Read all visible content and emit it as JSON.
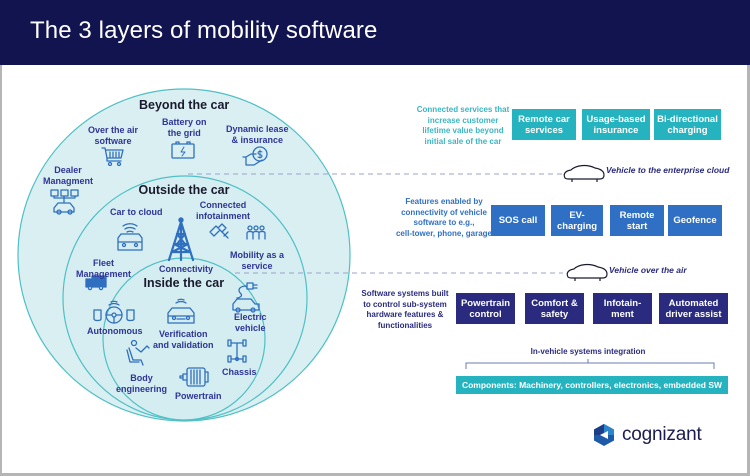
{
  "header": {
    "title": "The 3 layers of mobility software"
  },
  "colors": {
    "header_bg": "#121450",
    "circle_fill": "#d9eff2",
    "circle_stroke": "#4fc0c5",
    "icon": "#2f6fc0",
    "label_text": "#2e3597",
    "teal_box": "#25b3bf",
    "blue_box": "#2f70c4",
    "navy_box": "#2a2b7f"
  },
  "layers": {
    "beyond": {
      "title": "Beyond the car",
      "items": [
        {
          "label": "Over the air\nsoftware",
          "icon": "shopping-cart-icon"
        },
        {
          "label": "Battery on\nthe grid",
          "icon": "battery-icon"
        },
        {
          "label": "Dynamic lease\n& insurance",
          "icon": "hand-dollar-icon"
        },
        {
          "label": "Dealer\nManagment",
          "icon": "dealer-network-icon"
        }
      ]
    },
    "outside": {
      "title": "Outside the car",
      "items": [
        {
          "label": "Car to cloud",
          "icon": "car-wifi-icon"
        },
        {
          "label": "Connected\ninfotainment",
          "icon": "satellite-icon"
        },
        {
          "label": "Mobility as a\nservice",
          "icon": "people-group-icon"
        },
        {
          "label": "Fleet\nManagement",
          "icon": "truck-icon"
        },
        {
          "label": "Connectivity",
          "icon": "cell-tower-icon"
        }
      ]
    },
    "inside": {
      "title": "Inside the car",
      "items": [
        {
          "label": "Autonomous",
          "icon": "steering-wheel-icon"
        },
        {
          "label": "Verification\nand validation",
          "icon": "car-sensor-icon"
        },
        {
          "label": "Electric\nvehicle",
          "icon": "ev-plug-icon"
        },
        {
          "label": "Body\nengineering",
          "icon": "seated-person-icon"
        },
        {
          "label": "Chassis",
          "icon": "chassis-icon"
        },
        {
          "label": "Powertrain",
          "icon": "motor-icon"
        }
      ]
    }
  },
  "rows": [
    {
      "description": "Connected services that\nincrease customer\nlifetime value beyond\ninitial sale of the car",
      "description_color": "#3bb5c2",
      "boxes": [
        "Remote car\nservices",
        "Usage-based\ninsurance",
        "Bi-directional\ncharging"
      ]
    },
    {
      "description": "Features enabled by\nconnectivity of vehicle\nsoftware to e.g.,\ncell-tower, phone, garage",
      "description_color": "#2f70c4",
      "boxes": [
        "SOS call",
        "EV-\ncharging",
        "Remote\nstart",
        "Geofence"
      ]
    },
    {
      "description": "Software systems built\nto control sub-system\nhardware features &\nfunctionalities",
      "description_color": "#2a2b7f",
      "boxes": [
        "Powertrain\ncontrol",
        "Comfort &\nsafety",
        "Infotain-\nment",
        "Automated\ndriver assist"
      ]
    }
  ],
  "dividers": {
    "enterprise": "Vehicle to the enterprise cloud",
    "ota": "Vehicle over the air"
  },
  "integration": {
    "label": "In-vehicle systems integration",
    "components": "Components: Machinery, controllers, electronics, embedded SW"
  },
  "brand": {
    "name": "cognizant"
  }
}
